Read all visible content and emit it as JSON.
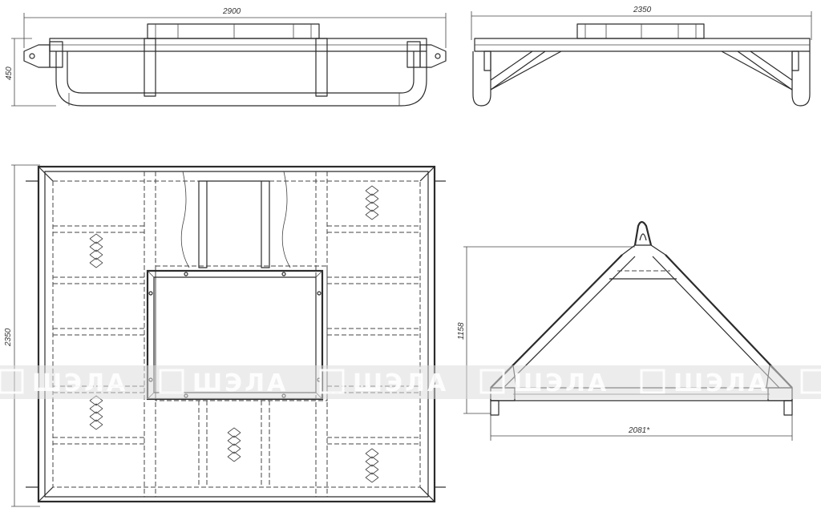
{
  "dimensions": {
    "top_width": "2900",
    "side_height": "450",
    "right_width": "2350",
    "plan_height": "2350",
    "frame_height": "1158",
    "frame_width": "2081*"
  },
  "watermark": {
    "text": "ШЭЛА",
    "repeat": 6
  },
  "colors": {
    "line": "#2b2b2b",
    "watermark_band": "#dcdcdc"
  }
}
